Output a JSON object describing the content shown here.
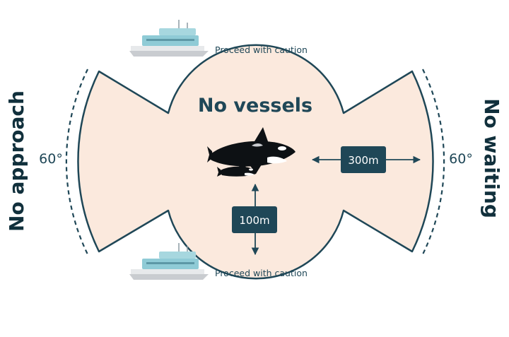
{
  "title": "No vessels",
  "left_label": "No approach",
  "right_label": "No waiting",
  "left_angle": "60°",
  "right_angle": "60°",
  "top_caption": "Proceed with caution",
  "bottom_caption": "Proceed with caution",
  "distance_side": "300m",
  "distance_front": "100m",
  "colors": {
    "zone_fill": "#fbe9dd",
    "outline": "#1f4757",
    "label_dark": "#11303c",
    "box_fill": "#1f4757",
    "box_text": "#ffffff",
    "boat_cabin": "#8fcbd6",
    "boat_hull": "#c9ccd0",
    "orca_black": "#0d1114",
    "orca_white": "#ffffff"
  }
}
